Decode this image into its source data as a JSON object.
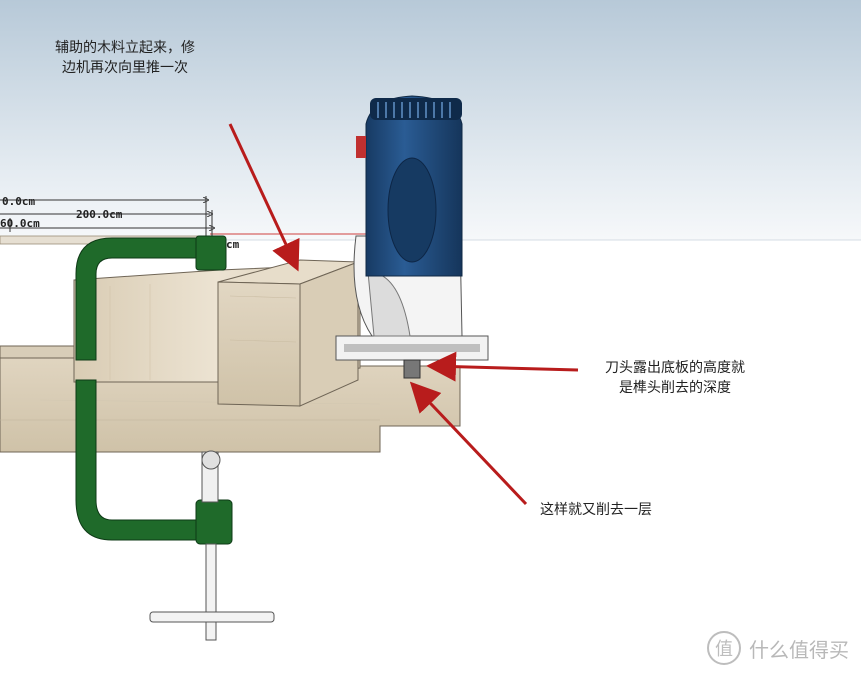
{
  "annotations": {
    "top_note": [
      "辅助的木料立起来，修",
      "边机再次向里推一次"
    ],
    "blade_note": [
      "刀头露出底板的高度就",
      "是榫头削去的深度"
    ],
    "layer_note": "这样就又削去一层"
  },
  "dimensions": {
    "dim_top": "0.0cm",
    "dim_mid": "200.0cm",
    "dim_bottom": "60.0cm",
    "dim_small": "cm"
  },
  "watermark": {
    "icon": "zhi-logo-icon",
    "text": "什么值得买"
  },
  "colors": {
    "arrow": "#b81c1c",
    "clamp": "#1f6a2a",
    "wood": "#e8dcc8",
    "router_body": "#1e4a7d",
    "sky_top": "#b7c9d8"
  }
}
